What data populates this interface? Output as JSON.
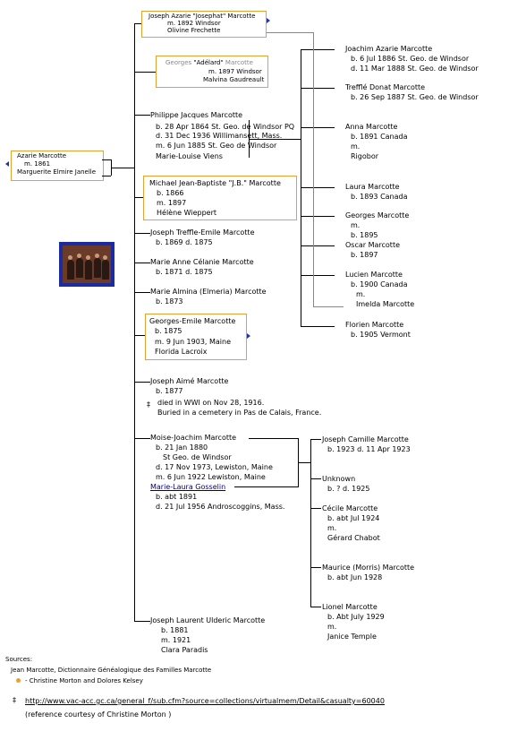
{
  "ancestor": {
    "name": "Azarie Marcotte",
    "marriage": "m. 1861",
    "spouse": "Marguerite Elmire Janelle"
  },
  "children": [
    {
      "name": "Joseph Azarie \"Josephat\" Marcotte",
      "lines": [
        "m. 1892 Windsor",
        "Olivine Frechette"
      ]
    },
    {
      "name_pre": "Georges ",
      "name_hi": "\"Adélard\"",
      "name_post": " Marcotte",
      "lines": [
        "m. 1897 Windsor",
        "Malvina Gaudreault"
      ]
    },
    {
      "name": "Philippe Jacques Marcotte",
      "lines": [
        "b. 28 Apr 1864 St. Geo. de Windsor PQ",
        "d. 31 Dec 1936 Willimansett, Mass.",
        "m. 6 Jun 1885 St. Geo de Windsor",
        "Marie-Louise Viens"
      ]
    },
    {
      "name": "Michael Jean-Baptiste \"J.B.\" Marcotte",
      "lines": [
        "b. 1866",
        "m. 1897",
        "Hélène Wieppert"
      ]
    },
    {
      "name": "Joseph Treffle-Emile Marcotte",
      "lines": [
        "b. 1869  d. 1875"
      ]
    },
    {
      "name": "Marie Anne Célanie Marcotte",
      "lines": [
        "b. 1871  d. 1875"
      ]
    },
    {
      "name": "Marie Almina (Elmeria) Marcotte",
      "lines": [
        "b. 1873"
      ]
    },
    {
      "name": "Georges-Emile Marcotte",
      "lines": [
        "b. 1875",
        "m.  9 Jun 1903, Maine",
        "Florida Lacroix"
      ]
    },
    {
      "name": "Joseph Aimé Marcotte",
      "lines": [
        "b. 1877"
      ],
      "death_note": [
        "died in WWI on Nov 28, 1916.",
        "Buried in a cemetery in Pas de Calais, France."
      ]
    },
    {
      "name": "Moise-Joachim Marcotte",
      "lines": [
        "b. 21 Jan 1880",
        "St Geo. de Windsor",
        "d. 17 Nov 1973, Lewiston, Maine",
        "m.  6 Jun 1922 Lewiston, Maine"
      ],
      "spouse_link": "Marie-Laura Gosselin",
      "spouse_lines": [
        "b. abt 1891",
        "d. 21 Jul 1956  Androscoggins, Mass."
      ]
    },
    {
      "name": "Joseph Laurent Ulderic Marcotte",
      "lines": [
        "b. 1881",
        "m. 1921",
        "Clara Paradis"
      ]
    }
  ],
  "philippe_children": [
    {
      "name": "Joachim Azarie Marcotte",
      "lines": [
        "b. 6 Jul 1886 St. Geo. de Windsor",
        "d. 11 Mar 1888 St. Geo. de Windsor"
      ]
    },
    {
      "name": "Trefflé Donat Marcotte",
      "lines": [
        "b. 26 Sep 1887 St. Geo. de Windsor"
      ]
    },
    {
      "name": "Anna Marcotte",
      "lines": [
        "b. 1891 Canada",
        "m.",
        "Rigobor"
      ]
    },
    {
      "name": "Laura Marcotte",
      "lines": [
        "b. 1893 Canada"
      ]
    },
    {
      "name": "Georges Marcotte",
      "lines": [
        "m.",
        "b. 1895"
      ]
    },
    {
      "name": "Oscar Marcotte",
      "lines": [
        "b. 1897"
      ]
    },
    {
      "name": "Lucien Marcotte",
      "lines": [
        "b. 1900 Canada",
        "m.",
        "Imelda Marcotte"
      ]
    },
    {
      "name": "Florien Marcotte",
      "lines": [
        "b. 1905 Vermont"
      ]
    }
  ],
  "moise_children": [
    {
      "name": "Joseph Camille Marcotte",
      "lines": [
        "b. 1923  d. 11 Apr 1923"
      ]
    },
    {
      "name": "Unknown",
      "lines": [
        "b. ?   d. 1925"
      ]
    },
    {
      "name": "Cécile Marcotte",
      "lines": [
        "b. abt Jul 1924",
        "m.",
        "Gérard Chabot"
      ]
    },
    {
      "name": "Maurice (Morris) Marcotte",
      "lines": [
        "b. abt Jun 1928"
      ]
    },
    {
      "name": "Lionel Marcotte",
      "lines": [
        "b. Abt July 1929",
        "m.",
        "Janice Temple"
      ]
    }
  ],
  "sources": {
    "heading": "Sources:",
    "items": [
      "Jean Marcotte, Dictionnaire Généalogique des Familles Marcotte",
      "- Christine Morton and Dolores Kelsey"
    ],
    "url": "http://www.vac-acc.gc.ca/general_f/sub.cfm?source=collections/virtualmem/Detail&casualty=60040",
    "note": "(reference courtesy of Christine Morton )"
  },
  "symbols": {
    "dagger": "‡"
  },
  "colors": {
    "box_border": "#e8a030",
    "arrow": "#2233aa",
    "photo_frame": "#1c2ca0",
    "link": "#000080"
  }
}
